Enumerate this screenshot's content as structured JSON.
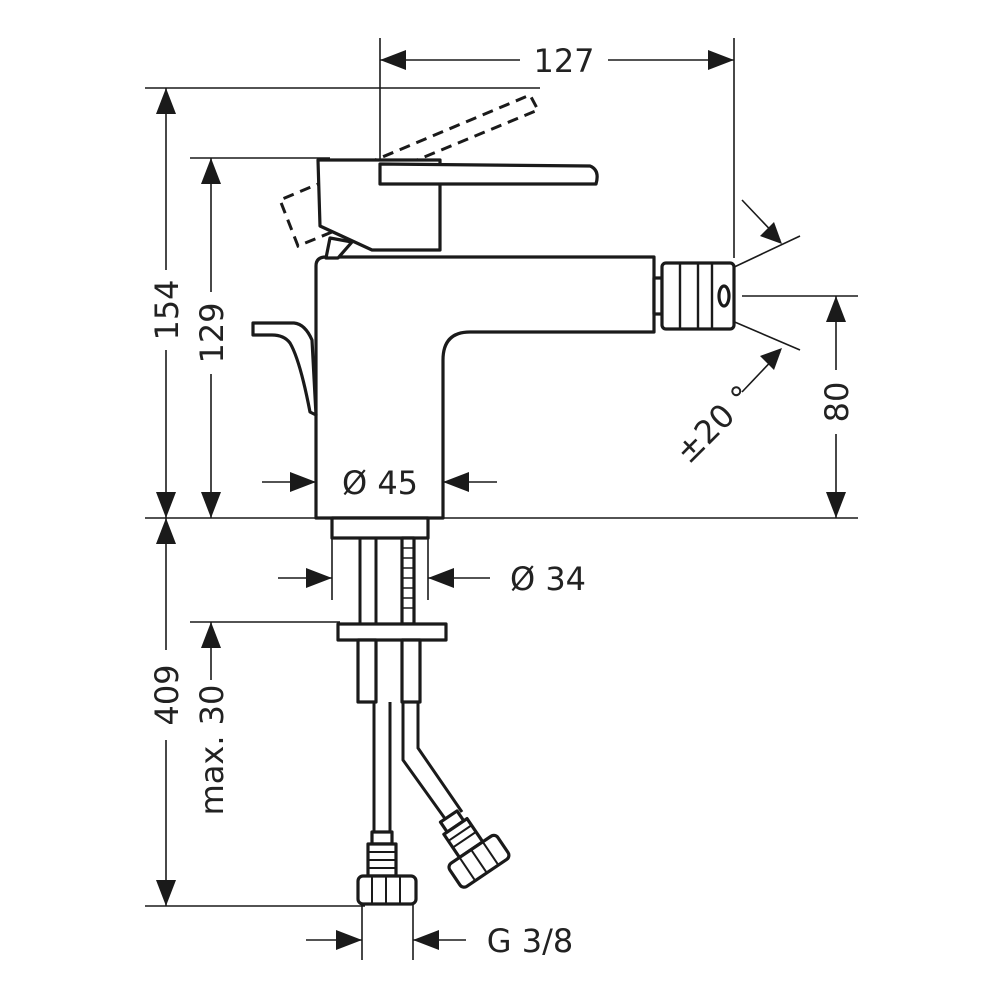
{
  "dimensions": {
    "width_total": "127",
    "height_total": "154",
    "height_lever": "129",
    "height_spout": "80",
    "angle": "±20 °",
    "base_diameter": "Ø 45",
    "shank_diameter": "Ø 34",
    "length_hose": "409",
    "max_thickness": "max. 30",
    "connection": "G 3/8"
  },
  "colors": {
    "line": "#1a1a1a",
    "background": "#ffffff"
  }
}
